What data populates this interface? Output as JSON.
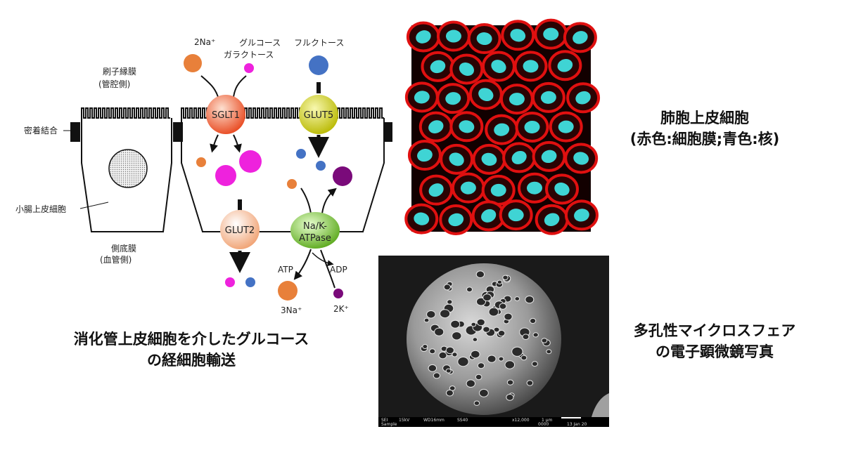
{
  "diagram": {
    "label_2na": "2Na⁺",
    "label_glucose": "グルコース",
    "label_galactose": "ガラクトース",
    "label_fructose": "フルクトース",
    "label_brush_border": "刷子縁膜",
    "label_lumen_side": "(管腔側)",
    "label_tight_junction": "密着結合",
    "label_epithelial_cell": "小腸上皮細胞",
    "label_basolateral": "側底膜",
    "label_blood_side": "(血管側)",
    "transporter_sglt1": "SGLT1",
    "transporter_glut5": "GLUT5",
    "transporter_glut2": "GLUT2",
    "pump_line1": "Na/K-",
    "pump_line2": "ATPase",
    "label_atp": "ATP",
    "label_adp": "ADP",
    "label_3na": "3Na⁺",
    "label_2k": "2K⁺",
    "caption_line1": "消化管上皮細胞を介したグルコース",
    "caption_line2": "の経細胞輸送"
  },
  "lung_photo": {
    "caption_line1": "肺胞上皮細胞",
    "caption_line2": "(赤色:細胞膜;青色:核)"
  },
  "sem_photo": {
    "caption_line1": "多孔性マイクロスフェア",
    "caption_line2": "の電子顕微鏡写真",
    "footer_sei": "SEI",
    "footer_kv": "15kV",
    "footer_wd": "WD16mm",
    "footer_ss": "SS40",
    "footer_mag": "x12,000",
    "footer_scale": "1 μm",
    "footer_num": "0000",
    "footer_date": "13 Jan 20",
    "footer_sample": "Sample"
  },
  "colors": {
    "sodium": "#e8803a",
    "glucose": "#ee22dd",
    "fructose": "#4472c4",
    "potassium": "#7a0a7a",
    "membrane_red": "#e01010",
    "nucleus_cyan": "#3fd4d4"
  }
}
